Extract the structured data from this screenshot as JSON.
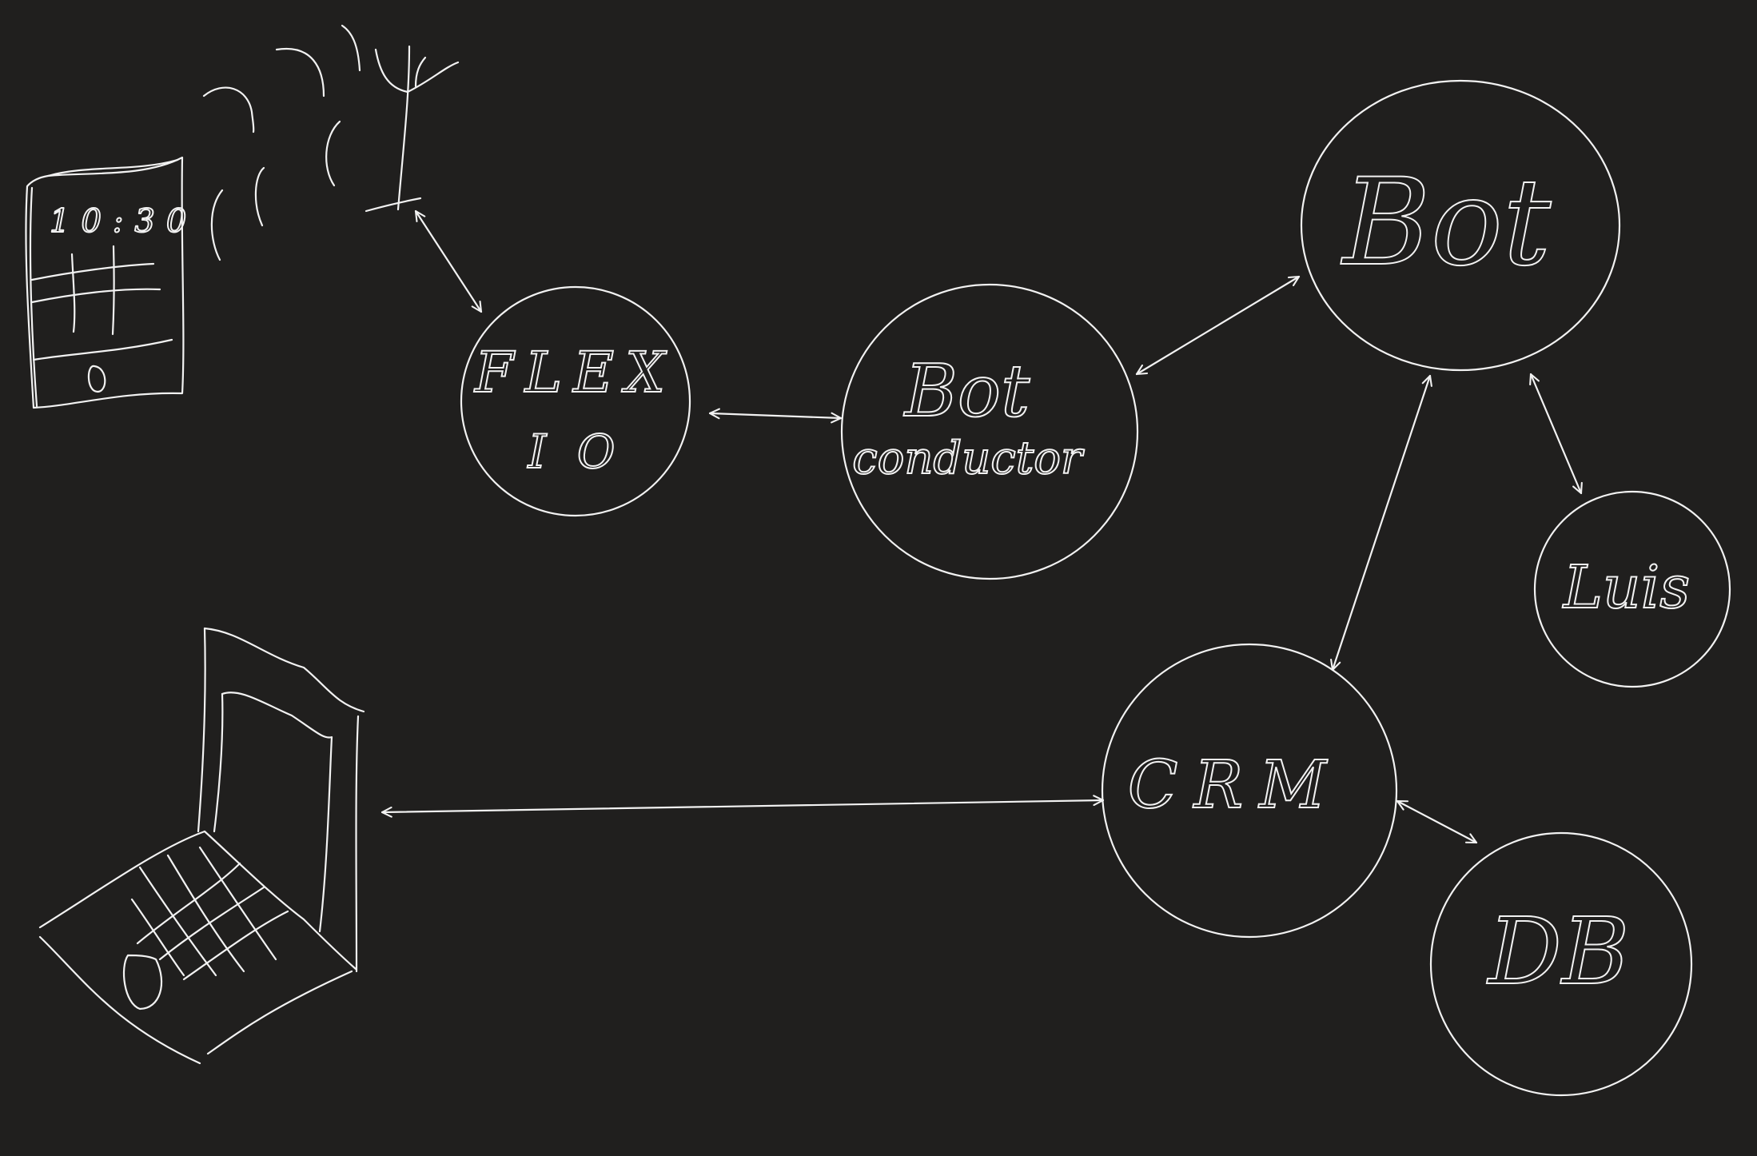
{
  "diagram": {
    "background": "#201f1e",
    "stroke_color": "#f2f2f2",
    "nodes": [
      {
        "id": "flex",
        "label": "FLEX",
        "sublabel": "I O"
      },
      {
        "id": "bot-conductor",
        "label": "Bot",
        "sublabel": "conductor"
      },
      {
        "id": "bot",
        "label": "Bot",
        "sublabel": ""
      },
      {
        "id": "luis",
        "label": "Luis",
        "sublabel": ""
      },
      {
        "id": "crm",
        "label": "CRM",
        "sublabel": ""
      },
      {
        "id": "db",
        "label": "DB",
        "sublabel": ""
      }
    ],
    "phone": {
      "time": "10:30"
    },
    "icons": [
      "phone-icon",
      "antenna-icon",
      "laptop-icon"
    ],
    "edges": [
      {
        "from": "antenna-icon",
        "to": "flex",
        "direction": "both"
      },
      {
        "from": "flex",
        "to": "bot-conductor",
        "direction": "both"
      },
      {
        "from": "bot-conductor",
        "to": "bot",
        "direction": "both"
      },
      {
        "from": "bot",
        "to": "luis",
        "direction": "both"
      },
      {
        "from": "bot",
        "to": "crm",
        "direction": "both"
      },
      {
        "from": "crm",
        "to": "db",
        "direction": "both"
      },
      {
        "from": "laptop-icon",
        "to": "crm",
        "direction": "both"
      }
    ]
  }
}
